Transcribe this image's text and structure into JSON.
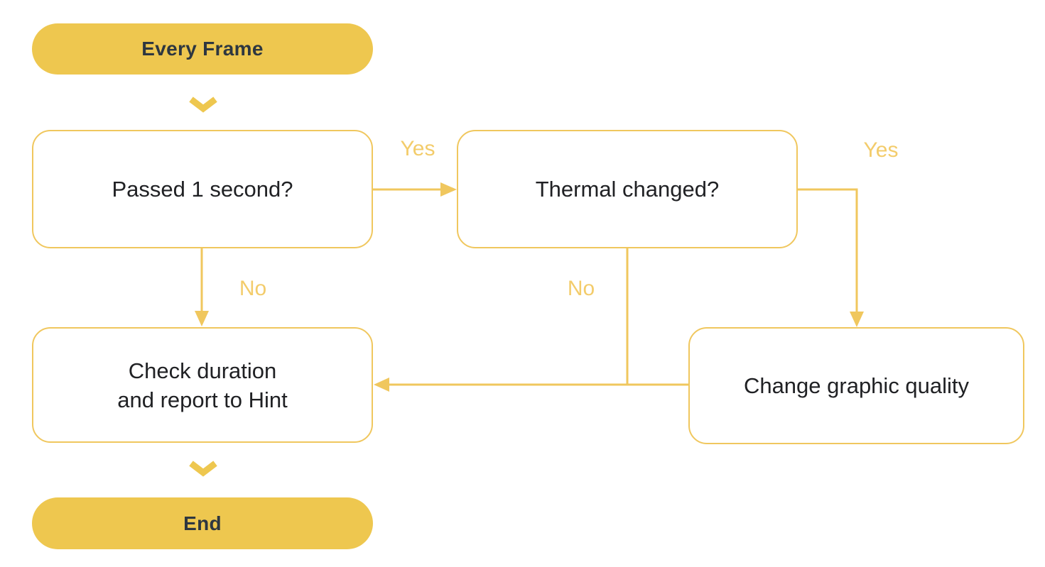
{
  "flowchart": {
    "background": "#FFFFFF",
    "colors": {
      "background": "#FFFFFF",
      "accent_fill": "#EEC74F",
      "line": "#F0C75E",
      "edge_label": "#F3CC6B",
      "pill_text": "#2E3740",
      "box_text": "#202124",
      "box_fill": "#FFFFFF"
    },
    "start": {
      "label": "Every Frame"
    },
    "nodes": {
      "passed": {
        "label": "Passed 1 second?"
      },
      "thermal": {
        "label": "Thermal changed?"
      },
      "check": {
        "label": "Check duration\nand report to Hint"
      },
      "change": {
        "label": "Change graphic quality"
      }
    },
    "end": {
      "label": "End"
    },
    "edges": [
      {
        "from": "start",
        "to": "passed",
        "label": ""
      },
      {
        "from": "passed",
        "to": "thermal",
        "label": "Yes"
      },
      {
        "from": "passed",
        "to": "check",
        "label": "No"
      },
      {
        "from": "thermal",
        "to": "change",
        "label": "Yes"
      },
      {
        "from": "thermal",
        "to": "check",
        "label": "No"
      },
      {
        "from": "change",
        "to": "check",
        "label": ""
      },
      {
        "from": "check",
        "to": "end",
        "label": ""
      }
    ]
  }
}
